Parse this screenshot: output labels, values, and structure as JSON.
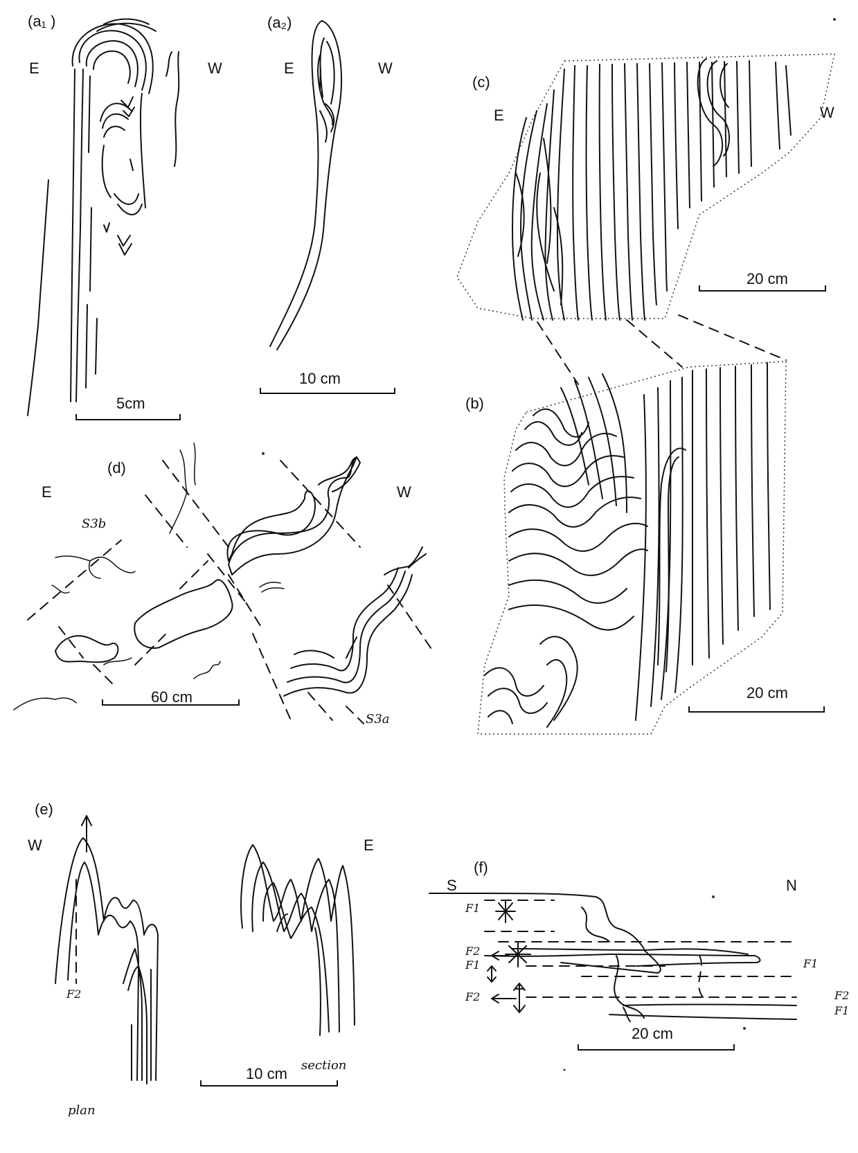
{
  "panels": {
    "a1": {
      "label": "(a₁ )",
      "east": "E",
      "west": "W",
      "scale": "5cm"
    },
    "a2": {
      "label": "(a₂)",
      "east": "E",
      "west": "W",
      "scale": "10 cm"
    },
    "c": {
      "label": "(c)",
      "east": "E",
      "west": "W",
      "scale": "20 cm"
    },
    "b": {
      "label": "(b)",
      "scale": "20 cm"
    },
    "d": {
      "label": "(d)",
      "east": "E",
      "west": "W",
      "scale": "60 cm",
      "s3b": "S3b",
      "s3a": "S3a"
    },
    "e": {
      "label": "(e)",
      "west": "W",
      "east": "E",
      "scale": "10 cm",
      "f2": "F2",
      "plan": "plan",
      "section": "section"
    },
    "f": {
      "label": "(f)",
      "south": "S",
      "north": "N",
      "scale": "20 cm",
      "f1_a": "F1",
      "f2_a": "F2",
      "f1_b": "F1",
      "f1_c": "F1",
      "f2_b": "F2",
      "f2_c": "F2",
      "f1_d": "F1"
    }
  }
}
